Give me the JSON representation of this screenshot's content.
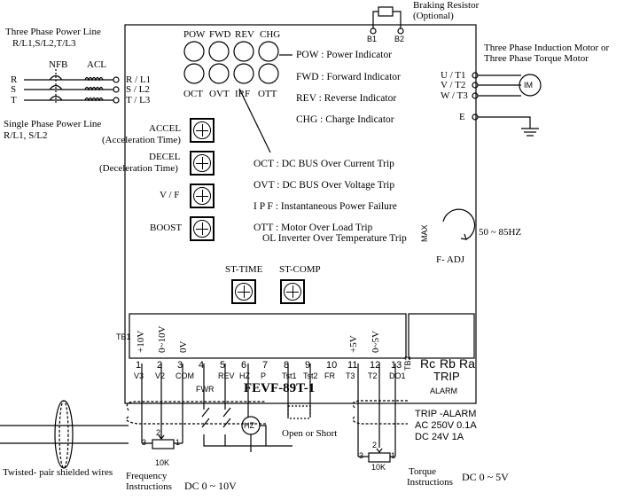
{
  "model": "FEVF-89T-1",
  "power_input": {
    "three_phase_title": "Three Phase Power Line",
    "three_phase_terminals": "R/L1,S/L2,T/L3",
    "nfb": "NFB",
    "acl": "ACL",
    "lines": [
      "R",
      "S",
      "T"
    ],
    "terminals": [
      "R / L1",
      "S / L2",
      "T / L3"
    ],
    "single_phase_title": "Single Phase Power Line",
    "single_phase_terminals": "R/L1, S/L2"
  },
  "braking": {
    "title": "Braking Resistor",
    "subtitle": "(Optional)",
    "terminals": [
      "B1",
      "B2"
    ]
  },
  "motor": {
    "title_line1": "Three Phase Induction Motor or",
    "title_line2": "Three Phase Torque Motor",
    "terminals": [
      "U / T1",
      "V / T2",
      "W / T3",
      "E"
    ],
    "symbol": "IM"
  },
  "indicators": {
    "top": [
      "POW",
      "FWD",
      "REV",
      "CHG"
    ],
    "bottom": [
      "OCT",
      "OVT",
      "IRF",
      "OTT"
    ],
    "legend_top": [
      "POW : Power Indicator",
      "FWD : Forward Indicator",
      "REV : Reverse Indicator",
      "CHG : Charge Indicator"
    ],
    "legend_bottom": [
      "OCT : DC BUS Over Current Trip",
      "OVT : DC BUS Over Voltage Trip",
      "I P F : Instantaneous Power Failure",
      "OTT : Motor Over Load Trip",
      "OL   Inverter Over Temperature Trip"
    ]
  },
  "adjusters": [
    {
      "name": "ACCEL",
      "desc": "(Acceleration Time)"
    },
    {
      "name": "DECEL",
      "desc": "(Deceleration Time)"
    },
    {
      "name": "V / F",
      "desc": ""
    },
    {
      "name": "BOOST",
      "desc": ""
    }
  ],
  "st_adjusters": [
    "ST-TIME",
    "ST-COMP"
  ],
  "freq_adj": {
    "label": "F- ADJ",
    "max": "MAX",
    "range": "50 ~ 85HZ"
  },
  "terminal_block": {
    "tb_label": "TB1",
    "tb2_label": "TB2",
    "voltages": [
      "+10V",
      "0~10V",
      "0V",
      "+5V",
      "0~5V"
    ],
    "numbers": [
      "1",
      "2",
      "3",
      "4",
      "5",
      "6",
      "7",
      "8",
      "9",
      "10",
      "11",
      "12",
      "13"
    ],
    "names": [
      "V3",
      "V2",
      "COM",
      "",
      "REV",
      "HZ",
      "P",
      "Tst1",
      "Tst2",
      "FR",
      "T3",
      "T2",
      "DO1"
    ],
    "fwr": "FWR",
    "relay": [
      "Rc",
      "Rb",
      "Ra"
    ],
    "trip": "TRIP",
    "alarm": "ALARM"
  },
  "trip_alarm": {
    "title": "TRIP -ALARM",
    "ac": "AC  250V  0.1A",
    "dc": "DC    24V    1A"
  },
  "external": {
    "shielded": "Twisted- pair shielded wires",
    "pot": "10K",
    "pot_pins": [
      "3",
      "2",
      "1"
    ],
    "freq_instr_1": "Frequency",
    "freq_instr_2": "Instructions",
    "freq_range": "DC 0 ~ 10V",
    "open_short": "Open or Short",
    "hz": "HZ",
    "torque_instr_1": "Torque",
    "torque_instr_2": "Instructions",
    "torque_range": "DC 0 ~ 5V"
  }
}
